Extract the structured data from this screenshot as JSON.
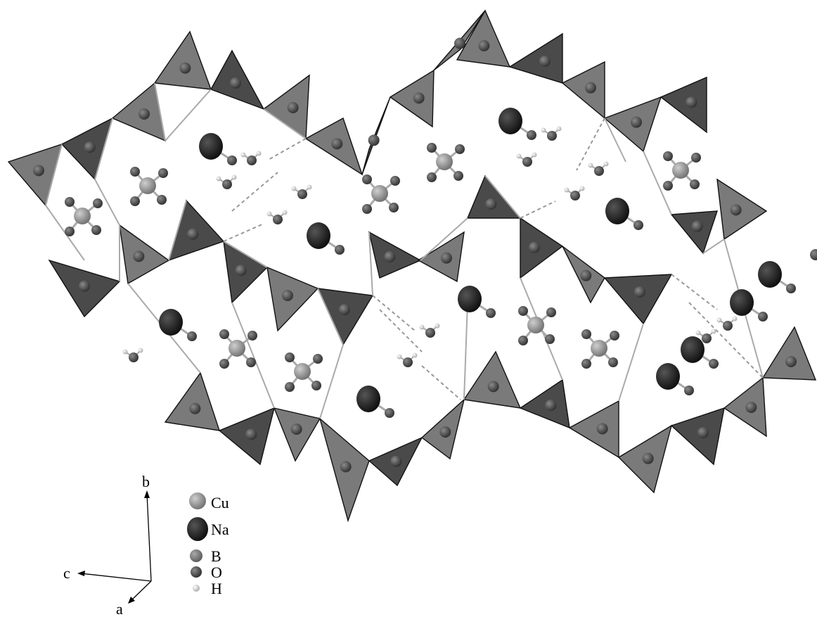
{
  "legend": {
    "items": [
      {
        "label": "Cu",
        "color": "#8a8a8a"
      },
      {
        "label": "Na",
        "color": "#1e1e1e"
      },
      {
        "label": "B",
        "color": "#6e6e6e"
      },
      {
        "label": "O",
        "color": "#4a4a4a"
      },
      {
        "label": "H",
        "color": "#c8c8c8"
      }
    ]
  },
  "axes": {
    "b": "b",
    "c": "c",
    "a": "a"
  },
  "colors": {
    "triangle_light": "#7a7a7a",
    "triangle_dark": "#4a4a4a",
    "cu_atom": "#8a8a8a",
    "na_atom": "#1e1e1e",
    "o_atom": "#4a4a4a",
    "h_atom": "#d0d0d0",
    "bond": "#aaaaaa",
    "hbond": "#999999"
  }
}
